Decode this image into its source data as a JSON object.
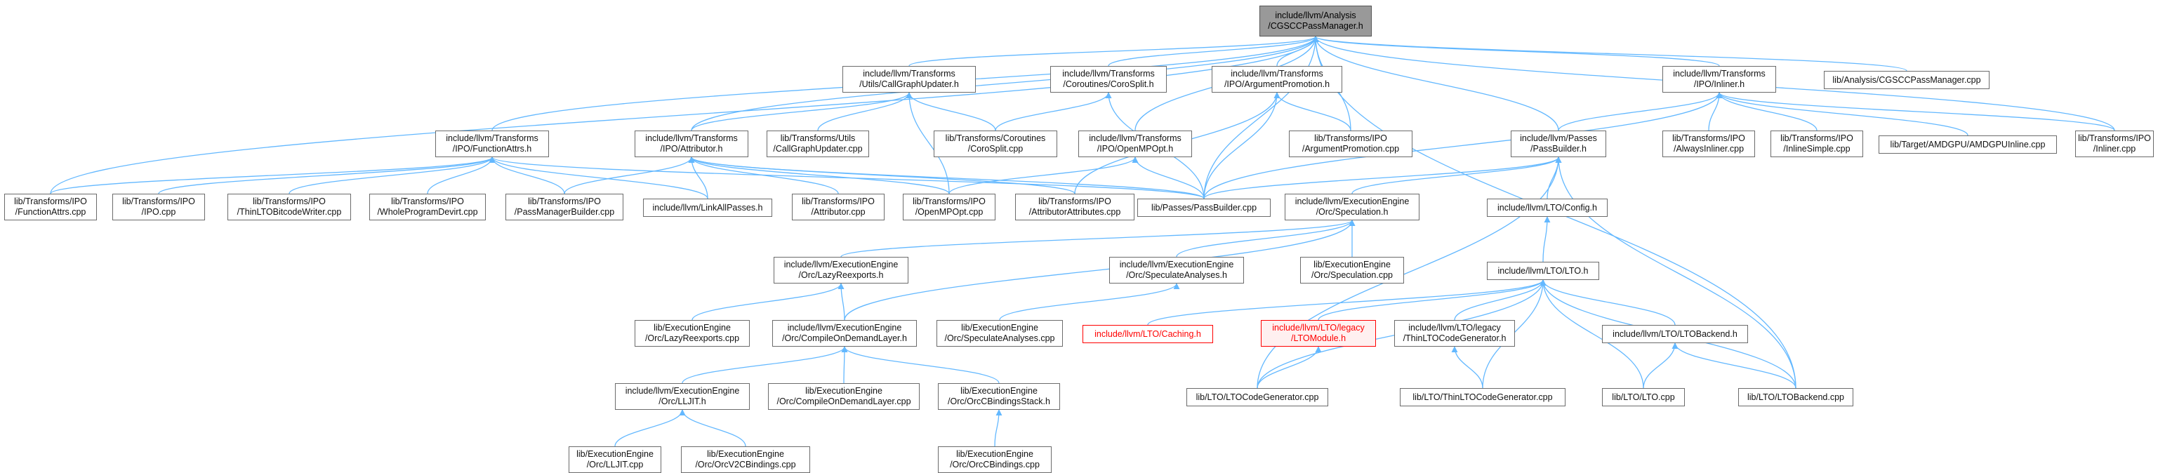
{
  "graph": {
    "edge_color": "#63b8ff",
    "nodes": [
      {
        "id": "root",
        "lines": [
          "include/llvm/Analysis",
          "/CGSCCPassManager.h"
        ],
        "style": "root"
      },
      {
        "id": "callgraph_updater_h",
        "lines": [
          "include/llvm/Transforms",
          "/Utils/CallGraphUpdater.h"
        ]
      },
      {
        "id": "coro_split_h",
        "lines": [
          "include/llvm/Transforms",
          "/Coroutines/CoroSplit.h"
        ]
      },
      {
        "id": "argpromo_h",
        "lines": [
          "include/llvm/Transforms",
          "/IPO/ArgumentPromotion.h"
        ]
      },
      {
        "id": "inliner_h",
        "lines": [
          "include/llvm/Transforms",
          "/IPO/Inliner.h"
        ]
      },
      {
        "id": "cgscc_cpp",
        "lines": [
          "lib/Analysis/CGSCCPassManager.cpp"
        ]
      },
      {
        "id": "functionattrs_h",
        "lines": [
          "include/llvm/Transforms",
          "/IPO/FunctionAttrs.h"
        ]
      },
      {
        "id": "attributor_h",
        "lines": [
          "include/llvm/Transforms",
          "/IPO/Attributor.h"
        ]
      },
      {
        "id": "cgu_cpp",
        "lines": [
          "lib/Transforms/Utils",
          "/CallGraphUpdater.cpp"
        ]
      },
      {
        "id": "corosplit_cpp",
        "lines": [
          "lib/Transforms/Coroutines",
          "/CoroSplit.cpp"
        ]
      },
      {
        "id": "openmpopt_h",
        "lines": [
          "include/llvm/Transforms",
          "/IPO/OpenMPOpt.h"
        ]
      },
      {
        "id": "argpromo_cpp",
        "lines": [
          "lib/Transforms/IPO",
          "/ArgumentPromotion.cpp"
        ]
      },
      {
        "id": "passbuilder_h",
        "lines": [
          "include/llvm/Passes",
          "/PassBuilder.h"
        ]
      },
      {
        "id": "alwaysinliner_cpp",
        "lines": [
          "lib/Transforms/IPO",
          "/AlwaysInliner.cpp"
        ]
      },
      {
        "id": "inlinesimple_cpp",
        "lines": [
          "lib/Transforms/IPO",
          "/InlineSimple.cpp"
        ]
      },
      {
        "id": "amdgpuinline_cpp",
        "lines": [
          "lib/Target/AMDGPU/AMDGPUInline.cpp"
        ]
      },
      {
        "id": "inliner_cpp",
        "lines": [
          "lib/Transforms/IPO",
          "/Inliner.cpp"
        ]
      },
      {
        "id": "functionattrs_cpp",
        "lines": [
          "lib/Transforms/IPO",
          "/FunctionAttrs.cpp"
        ]
      },
      {
        "id": "ipo_cpp",
        "lines": [
          "lib/Transforms/IPO",
          "/IPO.cpp"
        ]
      },
      {
        "id": "thinlto_bw_cpp",
        "lines": [
          "lib/Transforms/IPO",
          "/ThinLTOBitcodeWriter.cpp"
        ]
      },
      {
        "id": "wpd_cpp",
        "lines": [
          "lib/Transforms/IPO",
          "/WholeProgramDevirt.cpp"
        ]
      },
      {
        "id": "pmb_cpp",
        "lines": [
          "lib/Transforms/IPO",
          "/PassManagerBuilder.cpp"
        ]
      },
      {
        "id": "linkallpasses_h",
        "lines": [
          "include/llvm/LinkAllPasses.h"
        ]
      },
      {
        "id": "attributor_cpp",
        "lines": [
          "lib/Transforms/IPO",
          "/Attributor.cpp"
        ]
      },
      {
        "id": "openmpopt_cpp",
        "lines": [
          "lib/Transforms/IPO",
          "/OpenMPOpt.cpp"
        ]
      },
      {
        "id": "attrattrs_cpp",
        "lines": [
          "lib/Transforms/IPO",
          "/AttributorAttributes.cpp"
        ]
      },
      {
        "id": "passbuilder_cpp",
        "lines": [
          "lib/Passes/PassBuilder.cpp"
        ]
      },
      {
        "id": "speculation_h",
        "lines": [
          "include/llvm/ExecutionEngine",
          "/Orc/Speculation.h"
        ]
      },
      {
        "id": "lto_config_h",
        "lines": [
          "include/llvm/LTO/Config.h"
        ]
      },
      {
        "id": "lazyreexports_h",
        "lines": [
          "include/llvm/ExecutionEngine",
          "/Orc/LazyReexports.h"
        ]
      },
      {
        "id": "speculateanalyses_h",
        "lines": [
          "include/llvm/ExecutionEngine",
          "/Orc/SpeculateAnalyses.h"
        ]
      },
      {
        "id": "speculation_cpp",
        "lines": [
          "lib/ExecutionEngine",
          "/Orc/Speculation.cpp"
        ]
      },
      {
        "id": "lto_h",
        "lines": [
          "include/llvm/LTO/LTO.h"
        ]
      },
      {
        "id": "lazyreexports_cpp",
        "lines": [
          "lib/ExecutionEngine",
          "/Orc/LazyReexports.cpp"
        ]
      },
      {
        "id": "codl_h",
        "lines": [
          "include/llvm/ExecutionEngine",
          "/Orc/CompileOnDemandLayer.h"
        ]
      },
      {
        "id": "speculateanalyses_cpp",
        "lines": [
          "lib/ExecutionEngine",
          "/Orc/SpeculateAnalyses.cpp"
        ]
      },
      {
        "id": "caching_h",
        "lines": [
          "include/llvm/LTO/Caching.h"
        ],
        "style": "red"
      },
      {
        "id": "ltomodule_h",
        "lines": [
          "include/llvm/LTO/legacy",
          "/LTOModule.h"
        ],
        "style": "pink"
      },
      {
        "id": "thinltocg_h",
        "lines": [
          "include/llvm/LTO/legacy",
          "/ThinLTOCodeGenerator.h"
        ]
      },
      {
        "id": "ltobackend_h",
        "lines": [
          "include/llvm/LTO/LTOBackend.h"
        ]
      },
      {
        "id": "lljit_h",
        "lines": [
          "include/llvm/ExecutionEngine",
          "/Orc/LLJIT.h"
        ]
      },
      {
        "id": "codl_cpp",
        "lines": [
          "lib/ExecutionEngine",
          "/Orc/CompileOnDemandLayer.cpp"
        ]
      },
      {
        "id": "orccbs_h",
        "lines": [
          "lib/ExecutionEngine",
          "/Orc/OrcCBindingsStack.h"
        ]
      },
      {
        "id": "ltocg_cpp",
        "lines": [
          "lib/LTO/LTOCodeGenerator.cpp"
        ]
      },
      {
        "id": "thinltocg_cpp",
        "lines": [
          "lib/LTO/ThinLTOCodeGenerator.cpp"
        ]
      },
      {
        "id": "lto_cpp",
        "lines": [
          "lib/LTO/LTO.cpp"
        ]
      },
      {
        "id": "ltobackend_cpp",
        "lines": [
          "lib/LTO/LTOBackend.cpp"
        ]
      },
      {
        "id": "lljit_cpp",
        "lines": [
          "lib/ExecutionEngine",
          "/Orc/LLJIT.cpp"
        ]
      },
      {
        "id": "orcv2cb_cpp",
        "lines": [
          "lib/ExecutionEngine",
          "/Orc/OrcV2CBindings.cpp"
        ]
      },
      {
        "id": "orccb_cpp",
        "lines": [
          "lib/ExecutionEngine",
          "/Orc/OrcCBindings.cpp"
        ]
      }
    ],
    "edges": [
      [
        "root",
        "callgraph_updater_h"
      ],
      [
        "root",
        "coro_split_h"
      ],
      [
        "root",
        "argpromo_h"
      ],
      [
        "root",
        "inliner_h"
      ],
      [
        "root",
        "cgscc_cpp"
      ],
      [
        "root",
        "functionattrs_h"
      ],
      [
        "root",
        "attributor_h"
      ],
      [
        "root",
        "openmpopt_h"
      ],
      [
        "root",
        "argpromo_cpp"
      ],
      [
        "root",
        "passbuilder_h"
      ],
      [
        "root",
        "inliner_cpp"
      ],
      [
        "root",
        "functionattrs_cpp"
      ],
      [
        "root",
        "passbuilder_cpp"
      ],
      [
        "root",
        "ltobackend_cpp"
      ],
      [
        "callgraph_updater_h",
        "attributor_h"
      ],
      [
        "callgraph_updater_h",
        "cgu_cpp"
      ],
      [
        "callgraph_updater_h",
        "corosplit_cpp"
      ],
      [
        "callgraph_updater_h",
        "openmpopt_cpp"
      ],
      [
        "coro_split_h",
        "corosplit_cpp"
      ],
      [
        "coro_split_h",
        "passbuilder_cpp"
      ],
      [
        "argpromo_h",
        "argpromo_cpp"
      ],
      [
        "argpromo_h",
        "passbuilder_cpp"
      ],
      [
        "argpromo_h",
        "attrattrs_cpp"
      ],
      [
        "inliner_h",
        "passbuilder_h"
      ],
      [
        "inliner_h",
        "alwaysinliner_cpp"
      ],
      [
        "inliner_h",
        "inlinesimple_cpp"
      ],
      [
        "inliner_h",
        "amdgpuinline_cpp"
      ],
      [
        "inliner_h",
        "inliner_cpp"
      ],
      [
        "inliner_h",
        "passbuilder_cpp"
      ],
      [
        "functionattrs_h",
        "functionattrs_cpp"
      ],
      [
        "functionattrs_h",
        "ipo_cpp"
      ],
      [
        "functionattrs_h",
        "thinlto_bw_cpp"
      ],
      [
        "functionattrs_h",
        "wpd_cpp"
      ],
      [
        "functionattrs_h",
        "pmb_cpp"
      ],
      [
        "functionattrs_h",
        "linkallpasses_h"
      ],
      [
        "functionattrs_h",
        "passbuilder_cpp"
      ],
      [
        "attributor_h",
        "pmb_cpp"
      ],
      [
        "attributor_h",
        "linkallpasses_h"
      ],
      [
        "attributor_h",
        "attributor_cpp"
      ],
      [
        "attributor_h",
        "openmpopt_cpp"
      ],
      [
        "attributor_h",
        "attrattrs_cpp"
      ],
      [
        "attributor_h",
        "passbuilder_cpp"
      ],
      [
        "openmpopt_h",
        "openmpopt_cpp"
      ],
      [
        "openmpopt_h",
        "passbuilder_cpp"
      ],
      [
        "passbuilder_h",
        "passbuilder_cpp"
      ],
      [
        "passbuilder_h",
        "speculation_h"
      ],
      [
        "passbuilder_h",
        "lto_config_h"
      ],
      [
        "passbuilder_h",
        "ltocg_cpp"
      ],
      [
        "passbuilder_h",
        "ltobackend_cpp"
      ],
      [
        "speculation_h",
        "lazyreexports_h"
      ],
      [
        "speculation_h",
        "speculateanalyses_h"
      ],
      [
        "speculation_h",
        "speculation_cpp"
      ],
      [
        "speculation_h",
        "codl_h"
      ],
      [
        "lto_config_h",
        "lto_h"
      ],
      [
        "lazyreexports_h",
        "lazyreexports_cpp"
      ],
      [
        "lazyreexports_h",
        "codl_h"
      ],
      [
        "speculateanalyses_h",
        "speculateanalyses_cpp"
      ],
      [
        "lto_h",
        "caching_h"
      ],
      [
        "lto_h",
        "ltomodule_h"
      ],
      [
        "lto_h",
        "thinltocg_h"
      ],
      [
        "lto_h",
        "ltobackend_h"
      ],
      [
        "lto_h",
        "ltocg_cpp"
      ],
      [
        "lto_h",
        "thinltocg_cpp"
      ],
      [
        "lto_h",
        "lto_cpp"
      ],
      [
        "lto_h",
        "ltobackend_cpp"
      ],
      [
        "ltomodule_h",
        "ltocg_cpp"
      ],
      [
        "thinltocg_h",
        "thinltocg_cpp"
      ],
      [
        "ltobackend_h",
        "lto_cpp"
      ],
      [
        "ltobackend_h",
        "ltobackend_cpp"
      ],
      [
        "codl_h",
        "lljit_h"
      ],
      [
        "codl_h",
        "codl_cpp"
      ],
      [
        "codl_h",
        "orccbs_h"
      ],
      [
        "lljit_h",
        "lljit_cpp"
      ],
      [
        "lljit_h",
        "orcv2cb_cpp"
      ],
      [
        "orccbs_h",
        "orccb_cpp"
      ]
    ]
  }
}
